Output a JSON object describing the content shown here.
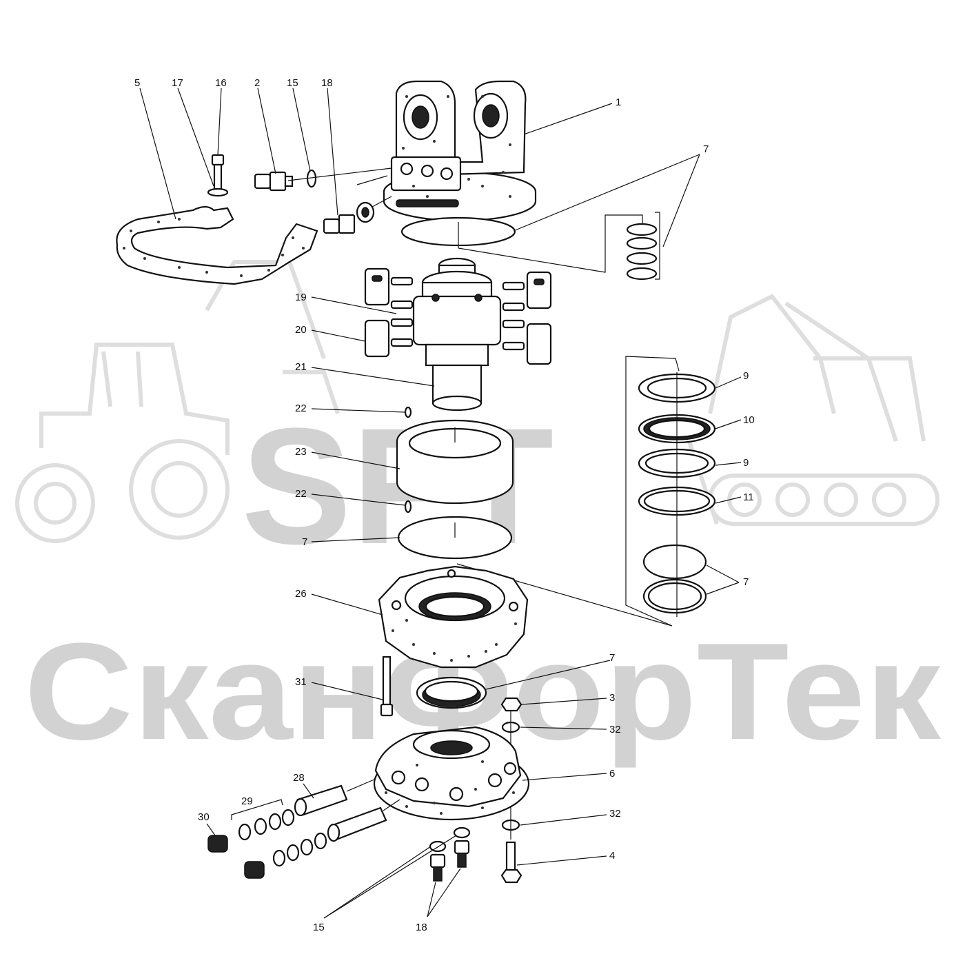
{
  "watermark": {
    "logo": "SFT",
    "brand": "СканФорТек",
    "color": "#d2d2d2"
  },
  "parts": {
    "items": [
      {
        "id": "p1",
        "label": "1"
      },
      {
        "id": "p2",
        "label": "2"
      },
      {
        "id": "p3",
        "label": "3"
      },
      {
        "id": "p4",
        "label": "4"
      },
      {
        "id": "p5",
        "label": "5"
      },
      {
        "id": "p6",
        "label": "6"
      },
      {
        "id": "p7a",
        "label": "7"
      },
      {
        "id": "p7b",
        "label": "7"
      },
      {
        "id": "p7c",
        "label": "7"
      },
      {
        "id": "p7d",
        "label": "7"
      },
      {
        "id": "p9a",
        "label": "9"
      },
      {
        "id": "p9b",
        "label": "9"
      },
      {
        "id": "p10",
        "label": "10"
      },
      {
        "id": "p11",
        "label": "11"
      },
      {
        "id": "p15a",
        "label": "15"
      },
      {
        "id": "p15b",
        "label": "15"
      },
      {
        "id": "p16",
        "label": "16"
      },
      {
        "id": "p17",
        "label": "17"
      },
      {
        "id": "p18a",
        "label": "18"
      },
      {
        "id": "p18b",
        "label": "18"
      },
      {
        "id": "p19",
        "label": "19"
      },
      {
        "id": "p20",
        "label": "20"
      },
      {
        "id": "p21",
        "label": "21"
      },
      {
        "id": "p22a",
        "label": "22"
      },
      {
        "id": "p22b",
        "label": "22"
      },
      {
        "id": "p23",
        "label": "23"
      },
      {
        "id": "p26",
        "label": "26"
      },
      {
        "id": "p28",
        "label": "28"
      },
      {
        "id": "p29",
        "label": "29"
      },
      {
        "id": "p30",
        "label": "30"
      },
      {
        "id": "p31",
        "label": "31"
      },
      {
        "id": "p32a",
        "label": "32"
      },
      {
        "id": "p32b",
        "label": "32"
      }
    ]
  }
}
